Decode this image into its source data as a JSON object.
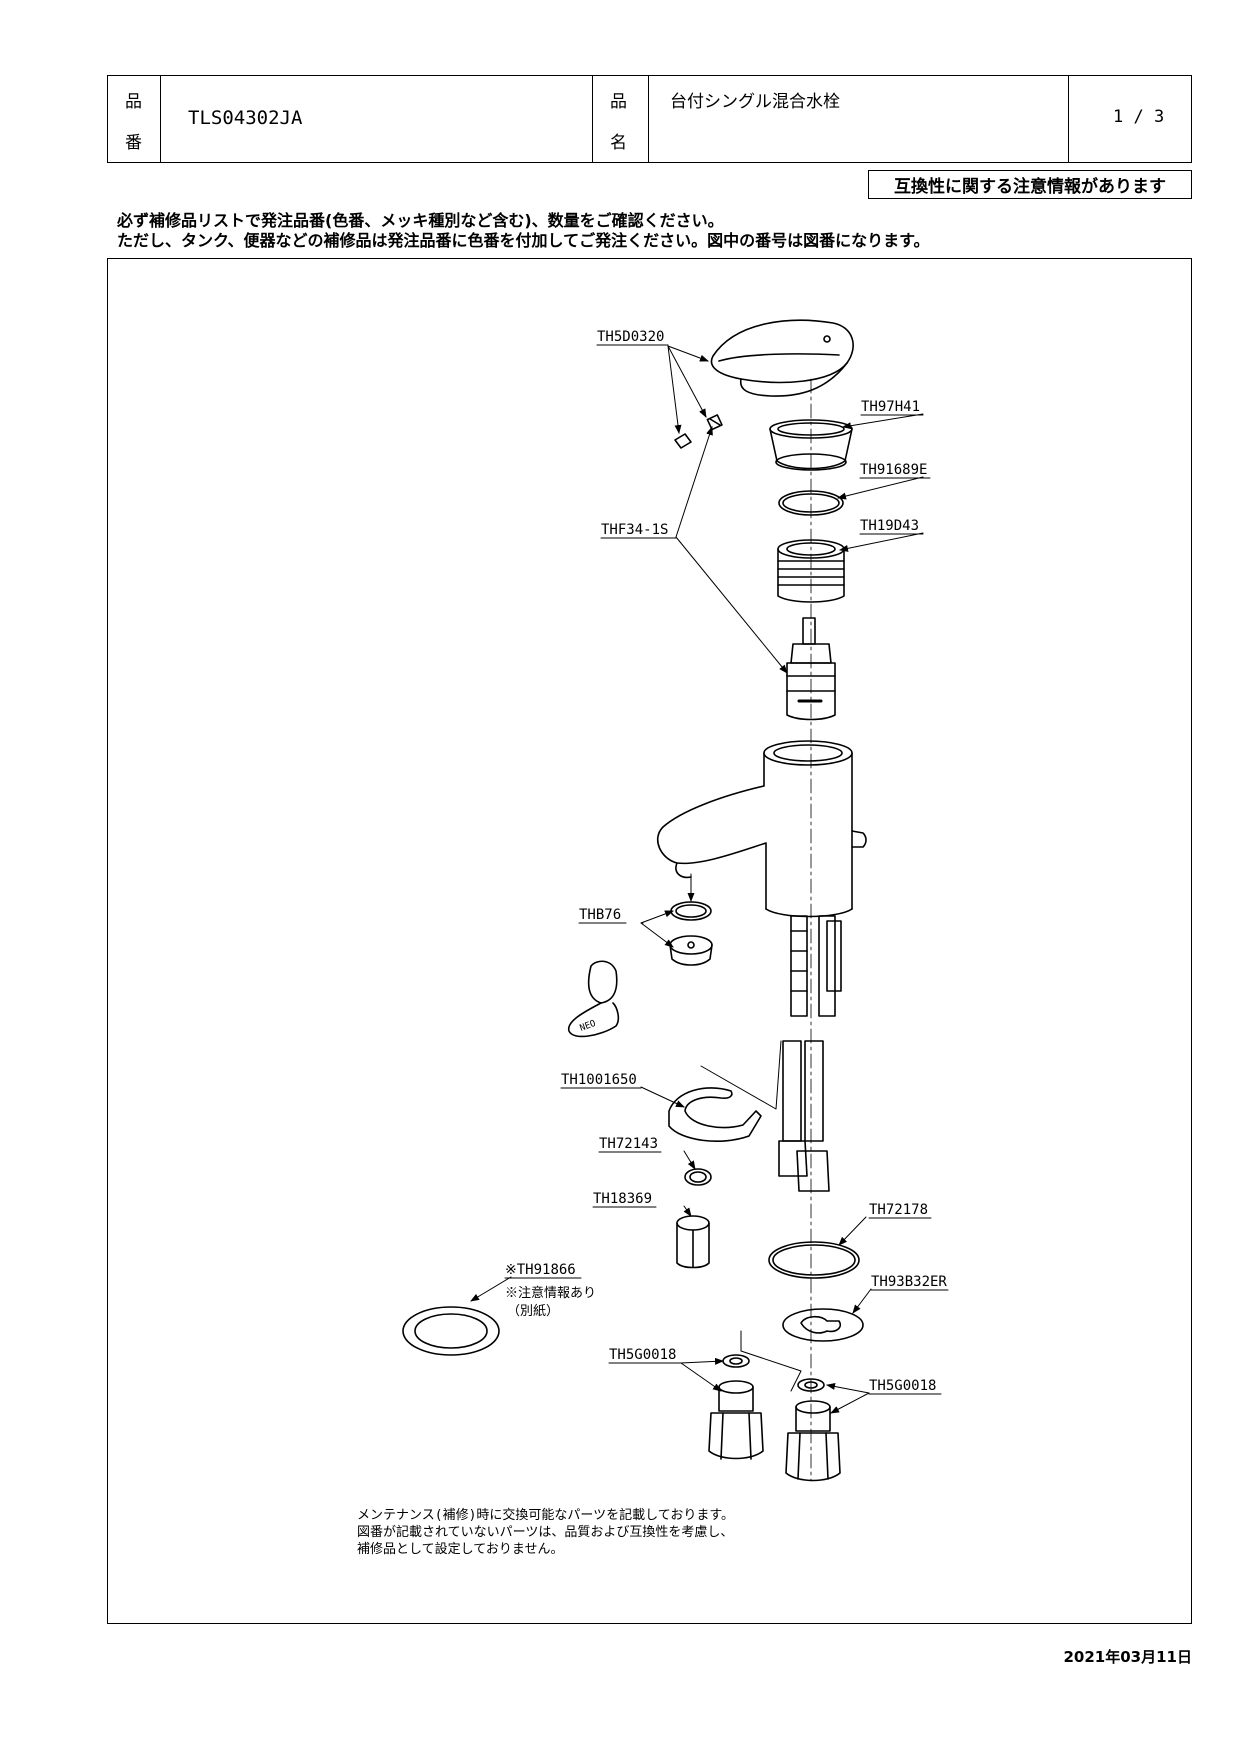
{
  "header": {
    "hinban_label": [
      "品",
      "番"
    ],
    "hinban_value": "TLS04302JA",
    "hinmei_label": [
      "品",
      "名"
    ],
    "hinmei_value": "台付シングル混合水栓",
    "page": "1 / 3"
  },
  "notice": "互換性に関する注意情報があります",
  "instructions": [
    "必ず補修品リストで発注品番(色番、メッキ種別など含む)、数量をご確認ください。",
    "ただし、タンク、便器などの補修品は発注品番に色番を付加してご発注ください。図中の番号は図番になります。"
  ],
  "diagram": {
    "parts": [
      {
        "id": "th5d0320",
        "label": "TH5D0320"
      },
      {
        "id": "th97h41",
        "label": "TH97H41"
      },
      {
        "id": "th91689e",
        "label": "TH91689E"
      },
      {
        "id": "th19d43",
        "label": "TH19D43"
      },
      {
        "id": "thf34",
        "label": "THF34-1S"
      },
      {
        "id": "thb76",
        "label": "THB76"
      },
      {
        "id": "th1001650",
        "label": "TH1001650"
      },
      {
        "id": "th72143",
        "label": "TH72143"
      },
      {
        "id": "th18369",
        "label": "TH18369"
      },
      {
        "id": "th72178",
        "label": "TH72178"
      },
      {
        "id": "th93b32er",
        "label": "TH93B32ER"
      },
      {
        "id": "th91866",
        "label": "※TH91866"
      },
      {
        "id": "th5g0018a",
        "label": "TH5G0018"
      },
      {
        "id": "th5g0018b",
        "label": "TH5G0018"
      }
    ],
    "th91866_note": [
      "※注意情報あり",
      "（別紙）"
    ],
    "maintenance_note": [
      "メンテナンス(補修)時に交換可能なパーツを記載しております。",
      "図番が記載されていないパーツは、品質および互換性を考慮し、",
      "補修品として設定しておりません。"
    ]
  },
  "date": "2021年03月11日"
}
